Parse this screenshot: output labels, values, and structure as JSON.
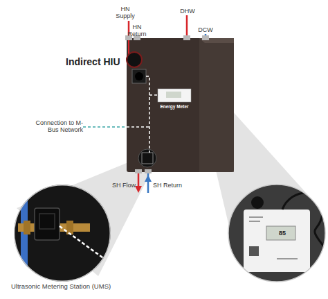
{
  "diagram": {
    "nodes": [
      {
        "text": [
          "Indirect HIU"
        ]
      },
      {
        "text": [
          "Energy Meter"
        ],
        "in": 0
      },
      {
        "text": [
          "Ultrasonic Metering Station (UMS)"
        ]
      }
    ],
    "labels": [
      "HN Supply",
      "HN Return",
      "DHW",
      "DCW",
      "Connection to M-Bus Network",
      "SH Flow",
      "SH Return",
      "85"
    ]
  }
}
